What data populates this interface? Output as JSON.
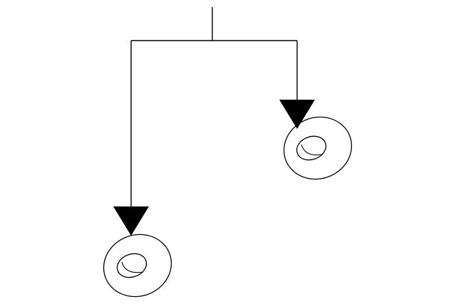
{
  "diagram": {
    "type": "leader-line-callout",
    "line_color": "#000000",
    "arrow_color": "#000000",
    "background": "#ffffff",
    "targets": [
      {
        "id": "left",
        "icon": "washer-grommet-icon"
      },
      {
        "id": "right",
        "icon": "washer-grommet-icon"
      }
    ]
  }
}
